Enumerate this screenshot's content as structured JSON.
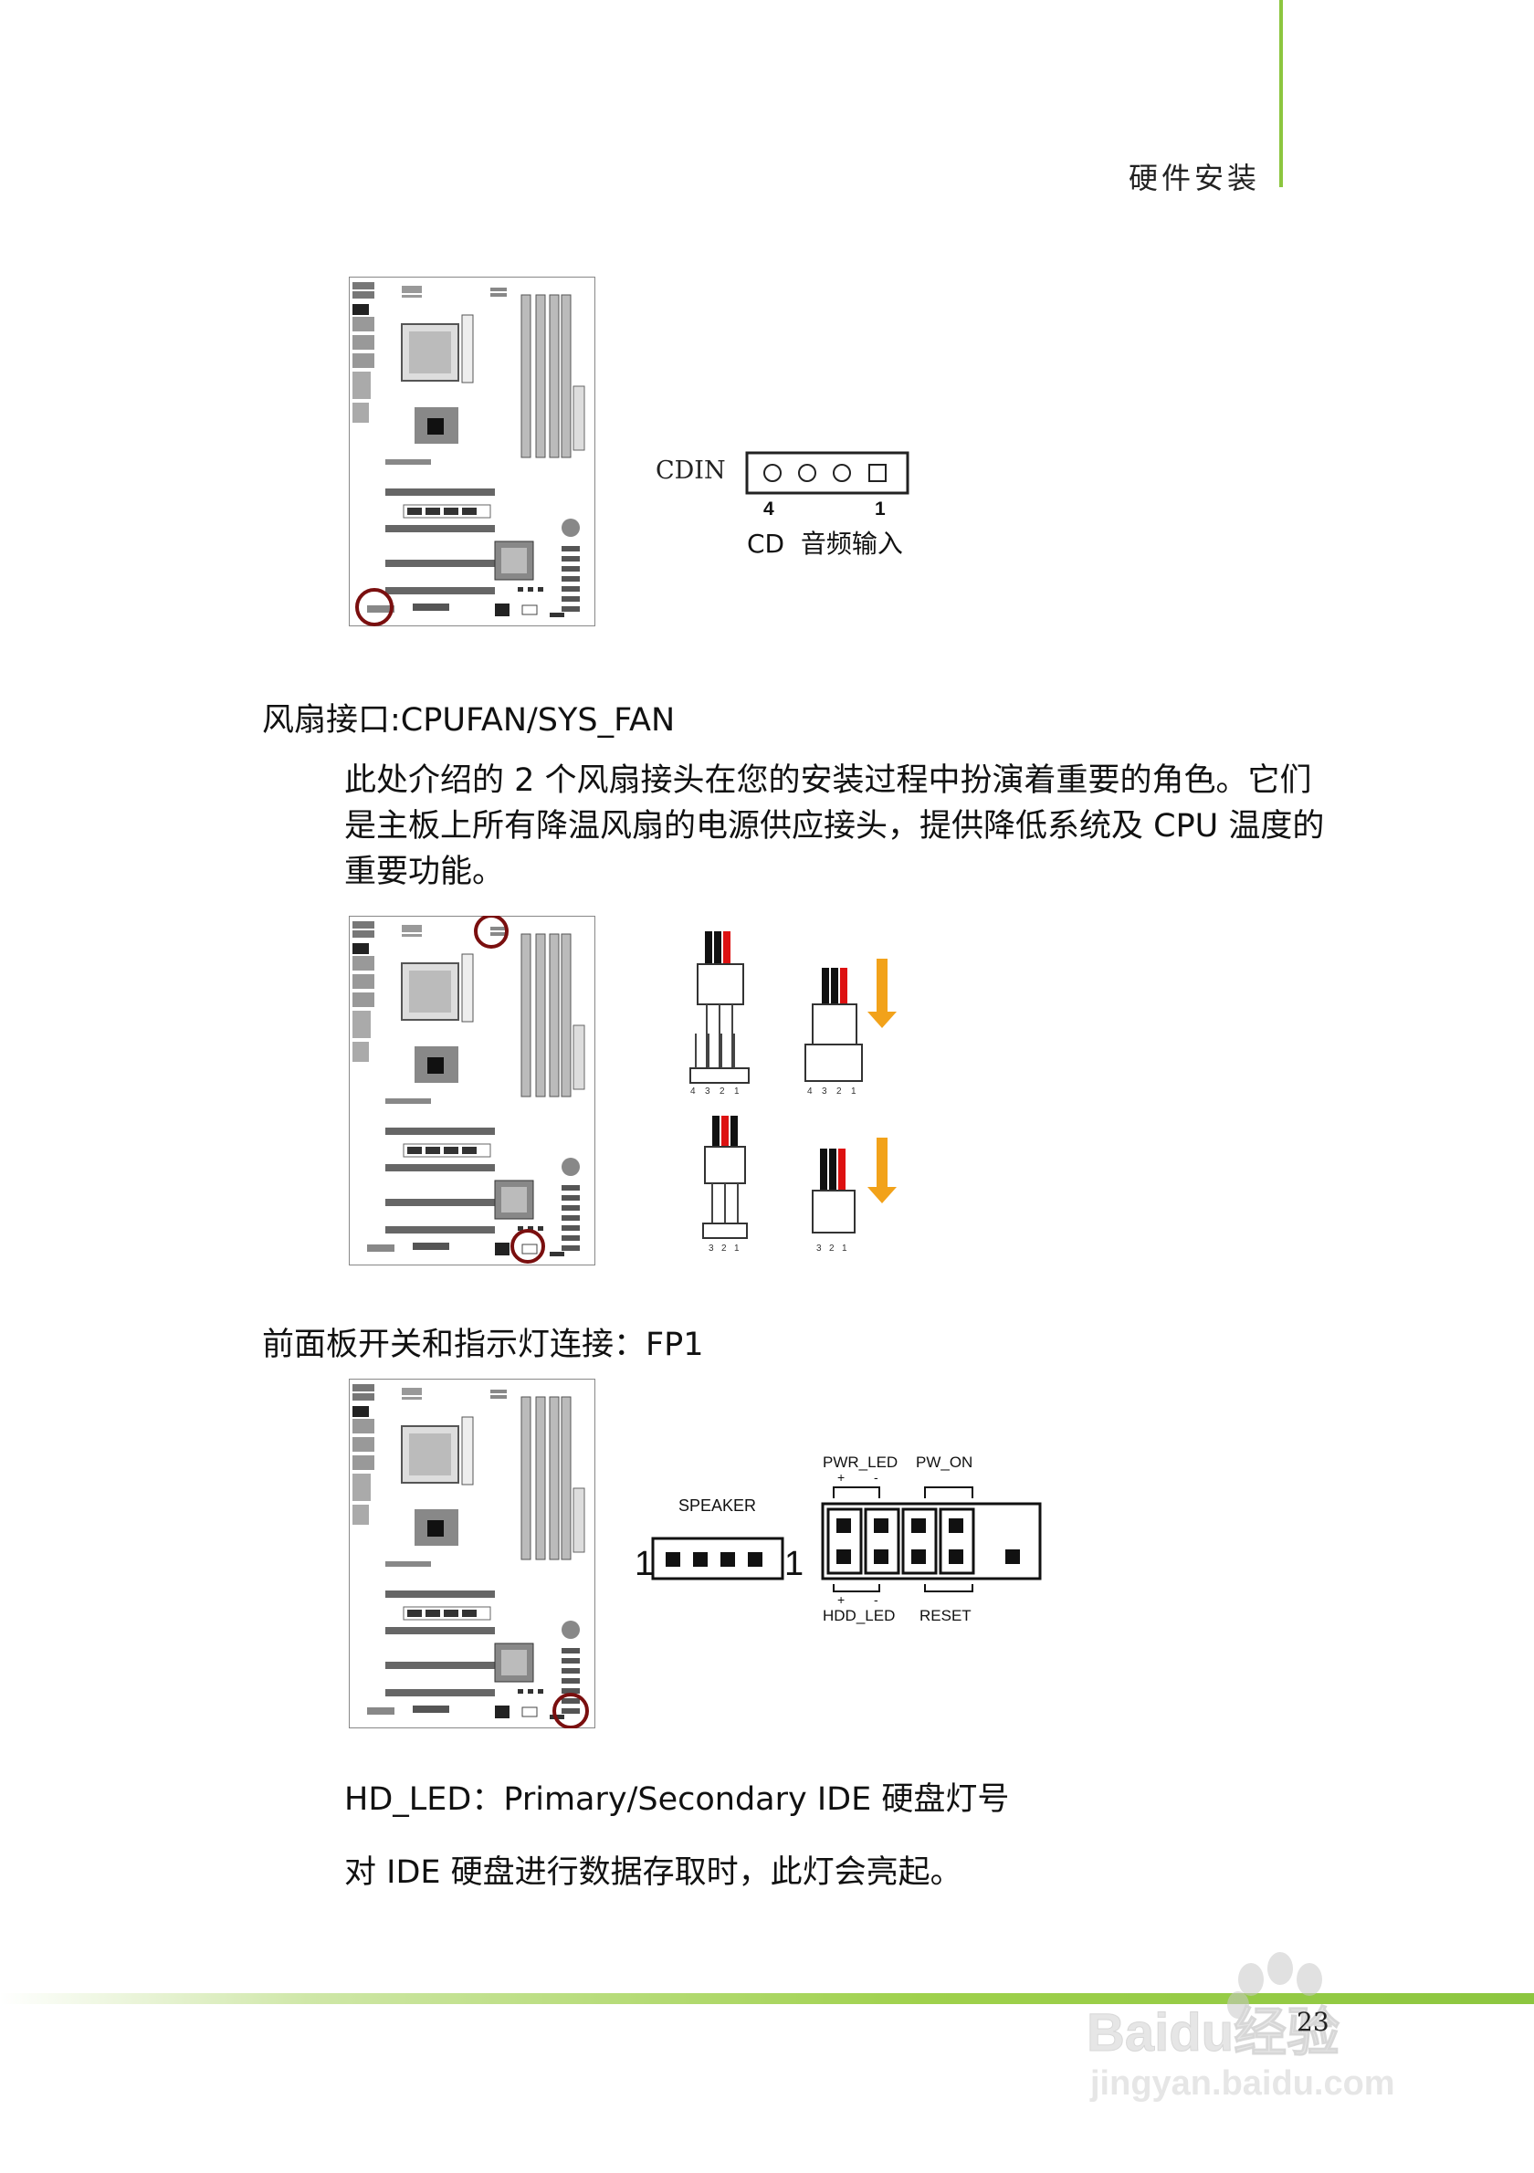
{
  "header": {
    "section_title": "硬件安装"
  },
  "fig_cd": {
    "label": "CDIN",
    "pin_left": "4",
    "pin_right": "1",
    "caption": "CD  音频输入"
  },
  "fan": {
    "heading": "风扇接口:CPUFAN/SYS_FAN",
    "paragraph": "此处介绍的 2 个风扇接头在您的安装过程中扮演着重要的角色。它们是主板上所有降温风扇的电源供应接头，提供降低系统及 CPU 温度的重要功能。",
    "pins4": [
      "4",
      "3",
      "2",
      "1"
    ],
    "pins3": [
      "3",
      "2",
      "1"
    ]
  },
  "fp": {
    "heading": "前面板开关和指示灯连接：FP1",
    "speaker": "SPEAKER",
    "one_a": "1",
    "one_b": "1",
    "pwr_led": "PWR_LED",
    "pw_on": "PW_ON",
    "plus_top": "+",
    "minus_top": "-",
    "plus_bot": "+",
    "minus_bot": "-",
    "hdd_led": "HDD_LED",
    "reset": "RESET"
  },
  "hdd": {
    "heading": "HD_LED：Primary/Secondary IDE  硬盘灯号",
    "text": "对 IDE 硬盘进行数据存取时，此灯会亮起。"
  },
  "footer": {
    "page_number": "23"
  },
  "watermark": {
    "top": "Baidu经验",
    "bottom": "jingyan.baidu.com"
  },
  "colors": {
    "accent_green": "#8cc63f",
    "highlight_circle": "#7a0f0f",
    "fan_arrow": "#f2a21a"
  }
}
